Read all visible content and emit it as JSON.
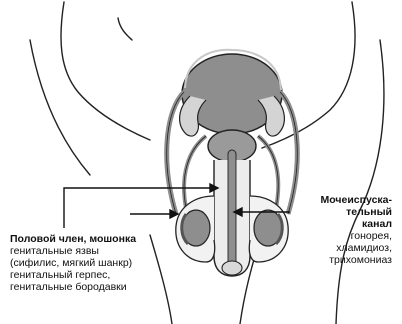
{
  "left_callout": {
    "title": "Половой член, мошонка",
    "items": [
      "генитальные язвы",
      "(сифилис, мягкий шанкр)",
      "генитальный герпес,",
      "генитальные бородавки"
    ]
  },
  "right_callout": {
    "title_lines": [
      "Мочеиспуска-",
      "тельный",
      "канал"
    ],
    "items": [
      "гонорея,",
      "хламидиоз,",
      "трихомониаз"
    ]
  },
  "colors": {
    "organ_fill": "#8e8e8e",
    "organ_light": "#c8c8c8",
    "outline": "#222222",
    "text": "#111111"
  }
}
